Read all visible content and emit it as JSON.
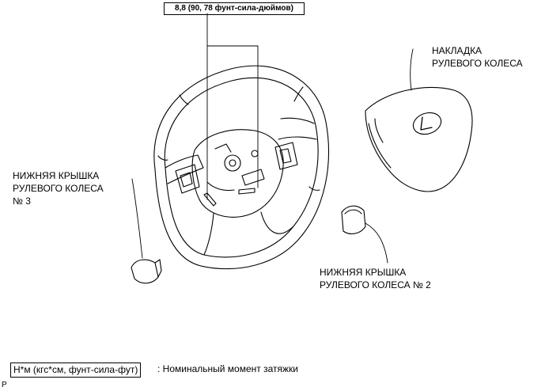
{
  "torque_spec": "8,8 (90, 78 фунт-сила-дюймов)",
  "labels": {
    "pad": [
      "НАКЛАДКА",
      "РУЛЕВОГО КОЛЕСА"
    ],
    "lower_cover_3": [
      "НИЖНЯЯ КРЫШКА",
      "РУЛЕВОГО КОЛЕСА",
      "№ 3"
    ],
    "lower_cover_2": [
      "НИЖНЯЯ КРЫШКА",
      "РУЛЕВОГО КОЛЕСА № 2"
    ]
  },
  "legend": {
    "unit_box": "Н*м (кгс*см, фунт-сила-фут)",
    "description": ": Номинальный момент затяжки"
  },
  "figure_code": "P"
}
